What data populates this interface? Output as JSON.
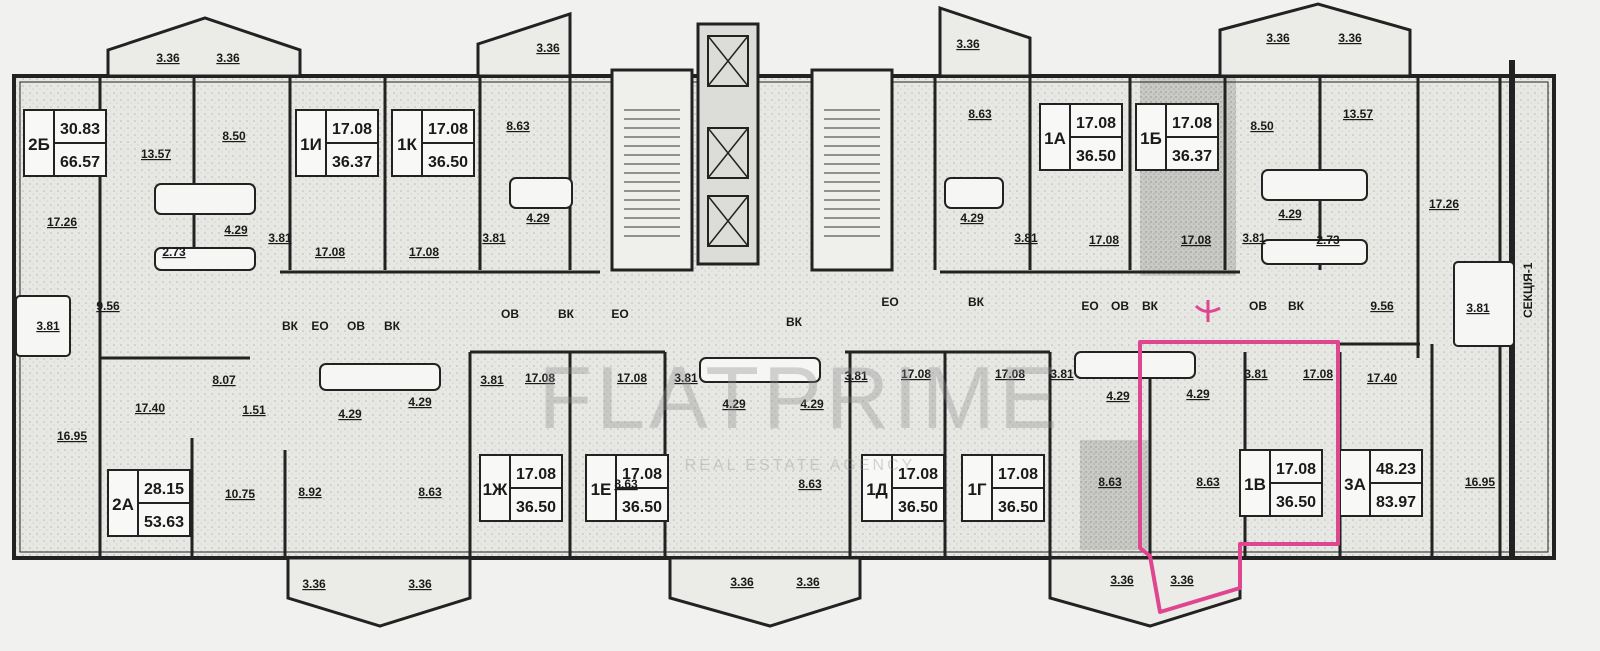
{
  "plan": {
    "section_label": "СЕКЦІЯ-1",
    "watermark": "FLATPRIME",
    "watermark_sub": "REAL ESTATE AGENCY",
    "highlight_color": "#e0458f",
    "apartments": [
      {
        "code": "2Б",
        "living": "30.83",
        "total": "66.57"
      },
      {
        "code": "1И",
        "living": "17.08",
        "total": "36.37"
      },
      {
        "code": "1К",
        "living": "17.08",
        "total": "36.50"
      },
      {
        "code": "1А",
        "living": "17.08",
        "total": "36.50"
      },
      {
        "code": "1Б",
        "living": "17.08",
        "total": "36.37"
      },
      {
        "code": "2А",
        "living": "28.15",
        "total": "53.63"
      },
      {
        "code": "1Ж",
        "living": "17.08",
        "total": "36.50"
      },
      {
        "code": "1Е",
        "living": "17.08",
        "total": "36.50"
      },
      {
        "code": "1Д",
        "living": "17.08",
        "total": "36.50"
      },
      {
        "code": "1Г",
        "living": "17.08",
        "total": "36.50"
      },
      {
        "code": "1В",
        "living": "17.08",
        "total": "36.50"
      },
      {
        "code": "3А",
        "living": "48.23",
        "total": "83.97"
      }
    ],
    "room_areas": [
      "3.36",
      "3.36",
      "3.36",
      "3.36",
      "3.36",
      "3.36",
      "13.57",
      "8.50",
      "8.63",
      "8.63",
      "8.50",
      "13.57",
      "17.26",
      "4.29",
      "2.73",
      "3.81",
      "17.08",
      "17.08",
      "3.81",
      "4.29",
      "4.29",
      "3.81",
      "17.08",
      "17.08",
      "3.81",
      "4.29",
      "2.73",
      "17.26",
      "9.56",
      "3.81",
      "9.56",
      "3.81",
      "8.07",
      "1.51",
      "4.29",
      "4.29",
      "3.81",
      "17.08",
      "17.08",
      "3.81",
      "4.29",
      "4.29",
      "3.81",
      "17.08",
      "17.08",
      "3.81",
      "4.29",
      "4.29",
      "3.81",
      "17.08",
      "17.40",
      "17.40",
      "16.95",
      "10.75",
      "8.92",
      "8.63",
      "8.63",
      "8.63",
      "8.63",
      "8.63",
      "16.95",
      "3.36",
      "3.36",
      "3.36",
      "3.36",
      "3.36",
      "3.36"
    ],
    "shaft_labels": [
      "ВК",
      "ЕО",
      "ОВ",
      "ВК",
      "ОВ",
      "ВК",
      "ЕО",
      "ВК",
      "ЕО",
      "ВК",
      "ЕО",
      "ОВ",
      "ВК",
      "ОВ",
      "ВК"
    ]
  }
}
